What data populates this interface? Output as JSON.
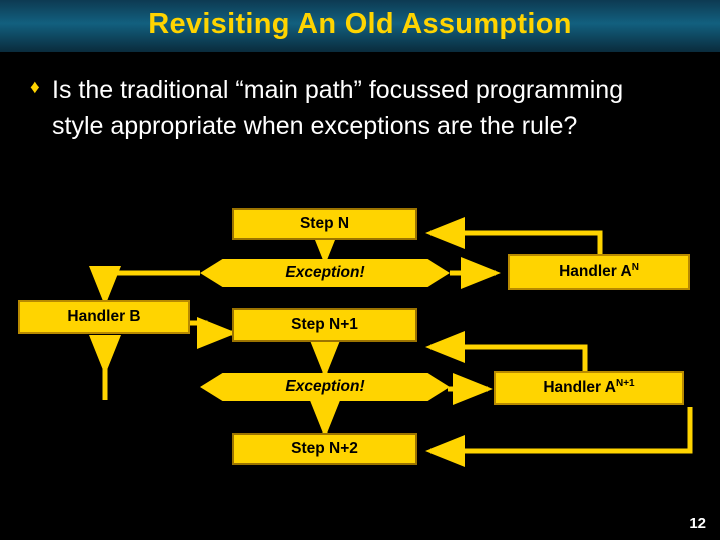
{
  "slide": {
    "title": "Revisiting An Old Assumption",
    "bullet_marker": "♦",
    "bullet_text": "Is the traditional “main path” focussed programming style appropriate when exceptions are the rule?",
    "page_number": "12"
  },
  "colors": {
    "accent_yellow": "#ffd400",
    "title_bar_top": "#0d3a52",
    "title_bar_mid": "#12607f",
    "background": "#000000",
    "node_text": "#000000",
    "body_text": "#ffffff"
  },
  "diagram": {
    "type": "flow-diagram",
    "nodes": [
      {
        "id": "step-n",
        "label": "Step N",
        "shape": "box"
      },
      {
        "id": "exception-1",
        "label": "Exception!",
        "shape": "band"
      },
      {
        "id": "handler-an",
        "label": "Handler A",
        "superscript": "N",
        "shape": "box"
      },
      {
        "id": "handler-b",
        "label": "Handler B",
        "shape": "box"
      },
      {
        "id": "step-n1",
        "label": "Step N+1",
        "shape": "box"
      },
      {
        "id": "exception-2",
        "label": "Exception!",
        "shape": "band"
      },
      {
        "id": "handler-an1",
        "label": "Handler A",
        "superscript": "N+1",
        "shape": "box"
      },
      {
        "id": "step-n2",
        "label": "Step N+2",
        "shape": "box"
      }
    ],
    "edges": [
      {
        "from": "step-n",
        "to": "exception-1"
      },
      {
        "from": "exception-1",
        "to": "handler-an"
      },
      {
        "from": "handler-an",
        "to": "step-n"
      },
      {
        "from": "exception-1",
        "to": "handler-b"
      },
      {
        "from": "handler-b",
        "to": "step-n1"
      },
      {
        "from": "step-n1",
        "to": "exception-2"
      },
      {
        "from": "exception-2",
        "to": "handler-an1"
      },
      {
        "from": "handler-an1",
        "to": "step-n1"
      },
      {
        "from": "exception-2",
        "to": "step-n2"
      },
      {
        "from": "handler-an1",
        "to": "step-n2"
      }
    ]
  }
}
